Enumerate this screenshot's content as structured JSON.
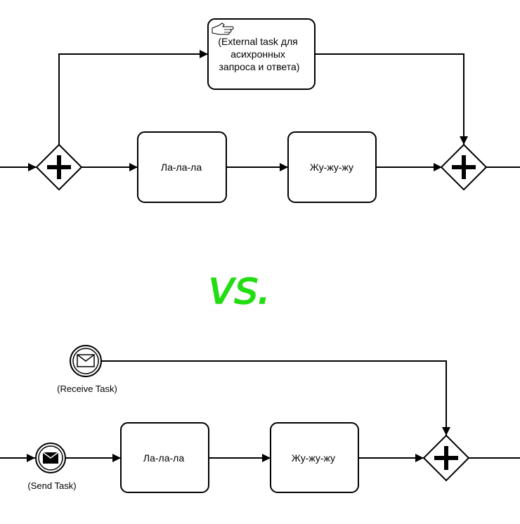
{
  "top": {
    "external_task": {
      "lines": [
        "(External task для",
        "асихронных",
        "запроса и ответа)"
      ],
      "icon": "hand-icon"
    },
    "task1": {
      "label": "Ла-ла-ла"
    },
    "task2": {
      "label": "Жу-жу-жу"
    },
    "split_gateway": {
      "type": "parallel"
    },
    "join_gateway": {
      "type": "parallel"
    }
  },
  "separator": {
    "text": "vs.",
    "color": "#22dd11"
  },
  "bottom": {
    "receive_event": {
      "caption": "(Receive Task)",
      "icon": "envelope-outline-icon"
    },
    "send_event": {
      "caption": "(Send Task)",
      "icon": "envelope-filled-icon"
    },
    "task1": {
      "label": "Ла-ла-ла"
    },
    "task2": {
      "label": "Жу-жу-жу"
    },
    "join_gateway": {
      "type": "parallel"
    }
  },
  "colors": {
    "stroke": "#000000",
    "fill": "#ffffff",
    "accent": "#22dd11"
  }
}
